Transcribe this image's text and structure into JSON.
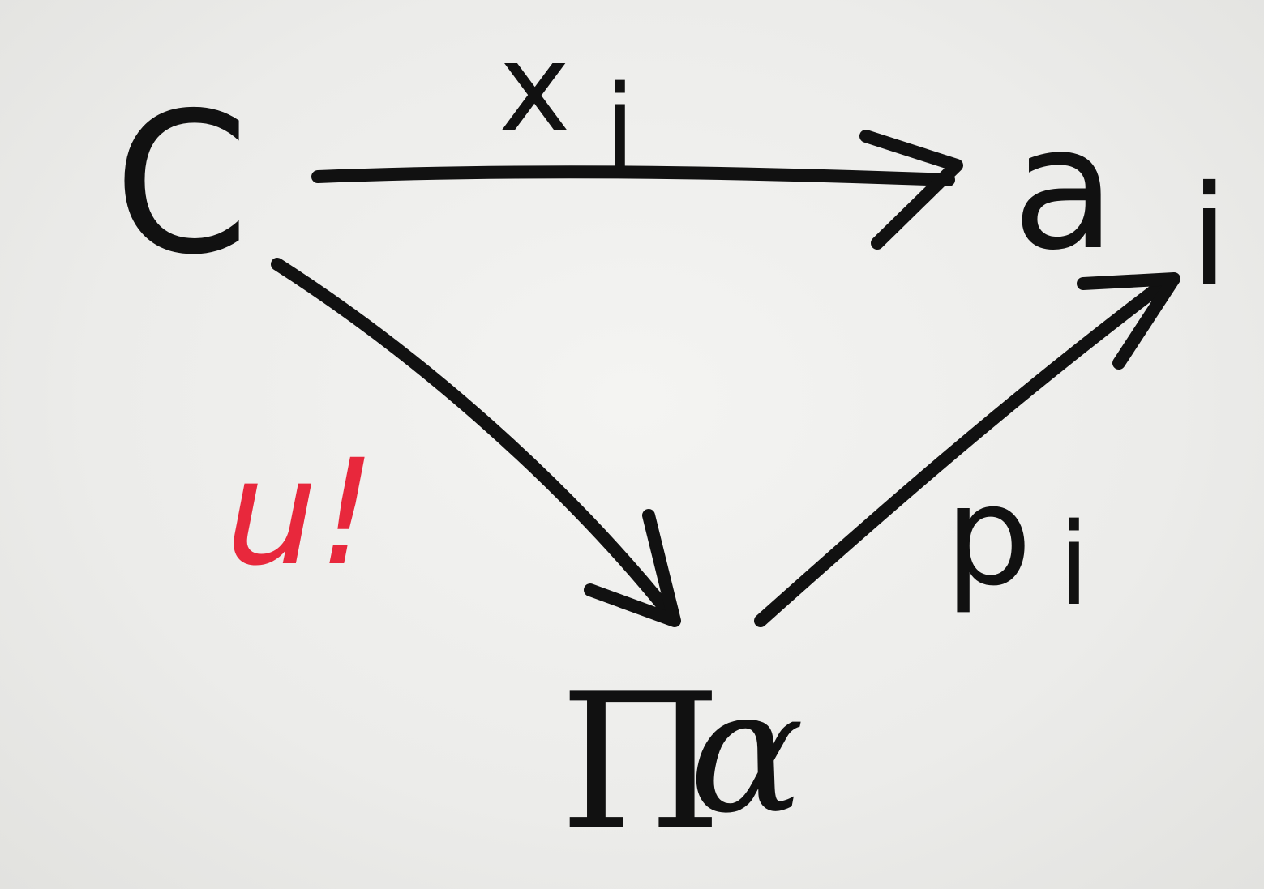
{
  "diagram": {
    "nodes": {
      "c": {
        "label": "C"
      },
      "a_i": {
        "label": "a",
        "subscript": "i"
      },
      "product": {
        "label": "Π",
        "sub_label": "α"
      }
    },
    "edges": {
      "x_i": {
        "label": "x",
        "subscript": "i",
        "from": "c",
        "to": "a_i"
      },
      "u": {
        "label": "u!",
        "from": "c",
        "to": "product"
      },
      "p_i": {
        "label": "p",
        "subscript": "i",
        "from": "product",
        "to": "a_i"
      }
    },
    "colors": {
      "ink": "#111111",
      "highlight": "#e8283c",
      "paper": "#eeeeec"
    }
  }
}
